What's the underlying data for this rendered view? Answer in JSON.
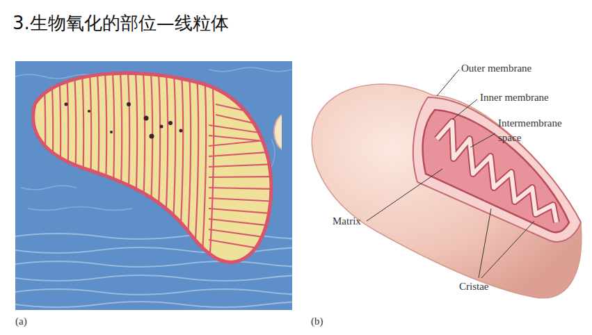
{
  "diagram": {
    "title": "3.生物氧化的部位—线粒体",
    "labels": [
      "Outer membrane",
      "Inner membrane",
      "Intermembrane space",
      "Matrix",
      "Cristae",
      "(a)",
      "(b)"
    ]
  }
}
